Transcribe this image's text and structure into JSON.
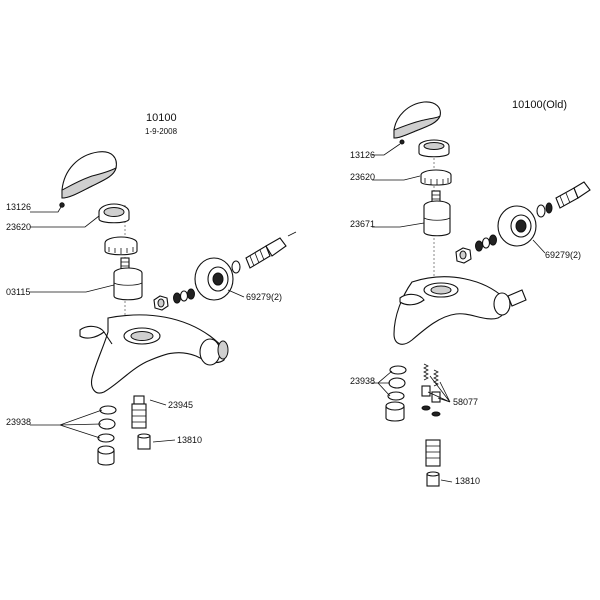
{
  "left_diagram": {
    "title": "10100",
    "date": "1-9-2008",
    "labels": {
      "p13126": "13126",
      "p23620": "23620",
      "p03115": "03115",
      "p69279": "69279(2)",
      "p23945": "23945",
      "p23938": "23938",
      "p13810": "13810"
    }
  },
  "right_diagram": {
    "title": "10100(Old)",
    "labels": {
      "p13126": "13126",
      "p23620": "23620",
      "p23671": "23671",
      "p69279": "69279(2)",
      "p23938": "23938",
      "p58077": "58077",
      "p13810": "13810"
    }
  }
}
